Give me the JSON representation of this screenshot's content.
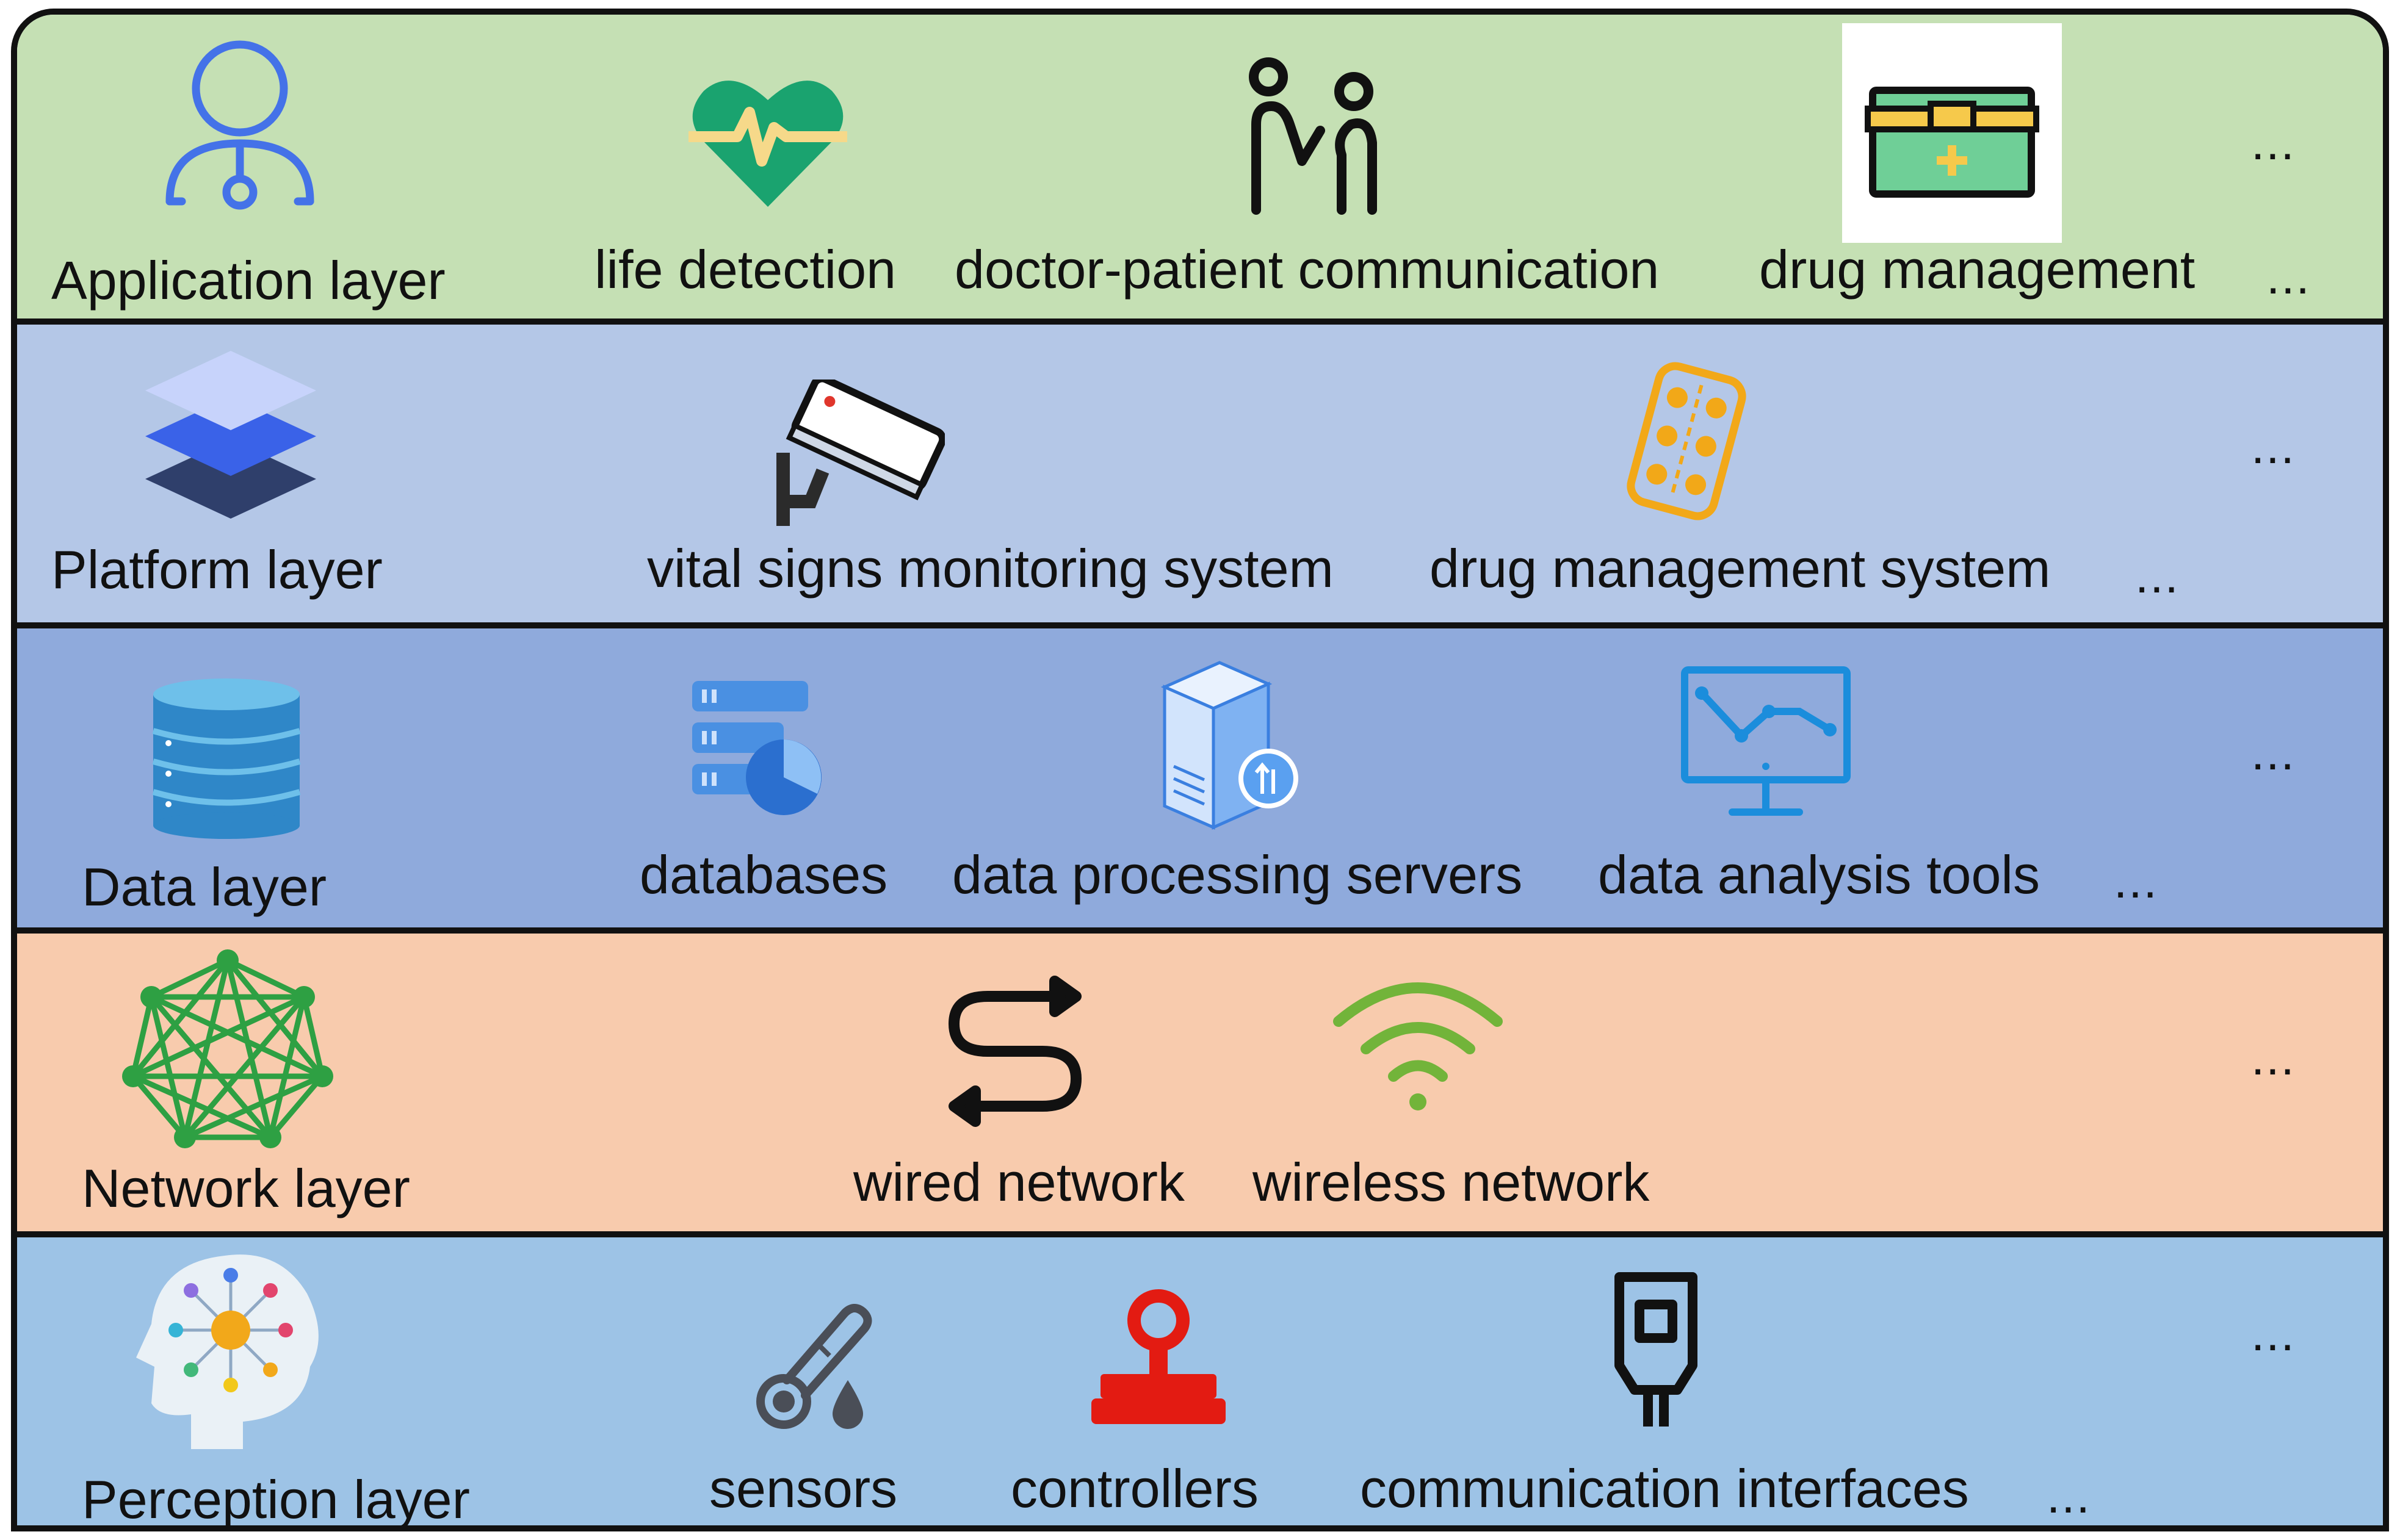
{
  "layers": [
    {
      "title": "Application layer",
      "color": "#c5e0b4",
      "items": [
        "life detection",
        "doctor-patient communication",
        "drug management"
      ],
      "trailing": "...",
      "more": "..."
    },
    {
      "title": "Platform layer",
      "color": "#b4c7e7",
      "items": [
        "vital signs monitoring system",
        "drug management system"
      ],
      "trailing": "...",
      "more": "..."
    },
    {
      "title": "Data layer",
      "color": "#8faadc",
      "items": [
        "databases",
        "data processing servers",
        "data analysis tools"
      ],
      "trailing": "...",
      "more": "..."
    },
    {
      "title": "Network layer",
      "color": "#f8cbad",
      "items": [
        "wired network",
        "wireless network"
      ],
      "more": "..."
    },
    {
      "title": "Perception layer",
      "color": "#9dc3e6",
      "items": [
        "sensors",
        "controllers",
        "communication interfaces"
      ],
      "trailing": "...",
      "more": "..."
    }
  ],
  "icons": {
    "application": "doctor-icon",
    "life_detection": "heart-pulse-icon",
    "doctor_patient": "people-talking-icon",
    "drug_management": "medicine-box-icon",
    "platform": "layers-icon",
    "vital_signs": "security-camera-icon",
    "drug_system": "pill-blister-icon",
    "data": "database-icon",
    "databases": "server-chart-icon",
    "servers": "server-tower-icon",
    "analysis": "monitor-chart-icon",
    "network": "mesh-network-icon",
    "wired": "exchange-arrows-icon",
    "wireless": "wifi-icon",
    "perception": "brain-head-icon",
    "sensors": "thermometer-icon",
    "controllers": "joystick-icon",
    "interfaces": "ethernet-plug-icon"
  }
}
